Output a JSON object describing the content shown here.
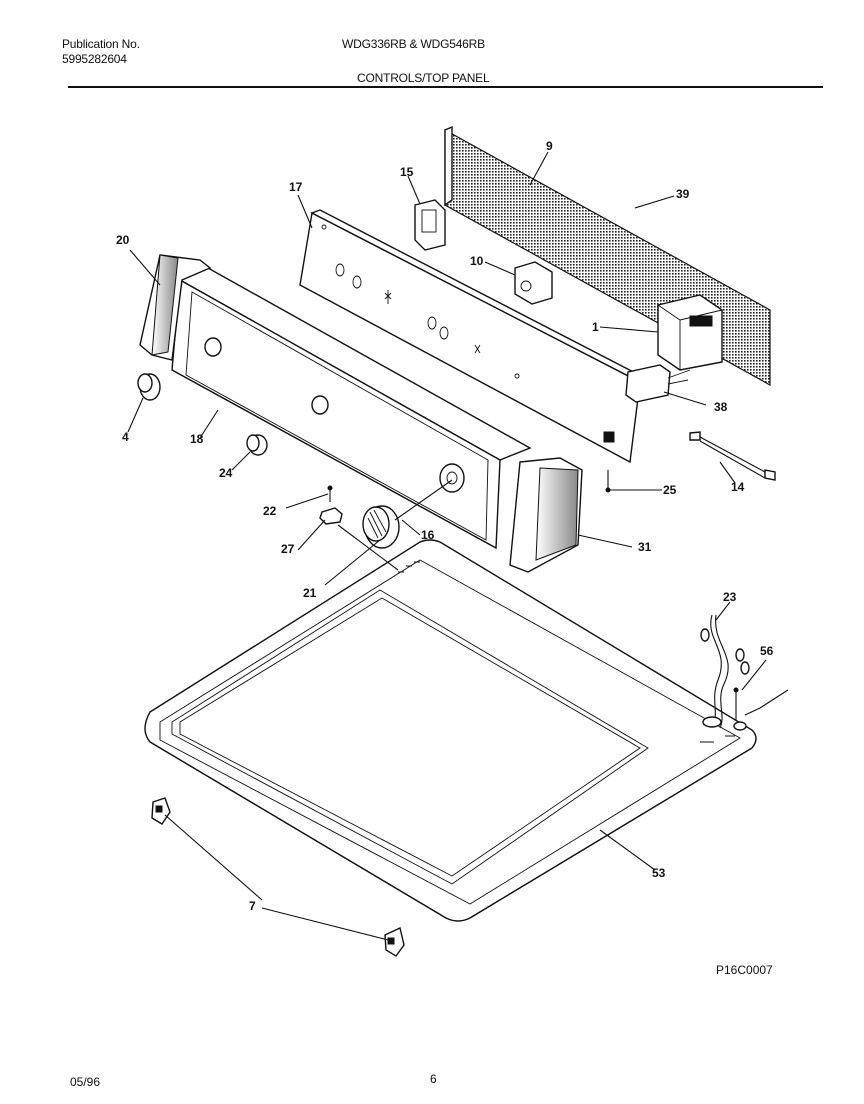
{
  "header": {
    "publication_label": "Publication No.",
    "publication_number": "5995282604",
    "models": "WDG336RB & WDG546RB",
    "section_title": "CONTROLS/TOP PANEL"
  },
  "diagram": {
    "callouts": [
      {
        "id": "9",
        "label": "9"
      },
      {
        "id": "39",
        "label": "39"
      },
      {
        "id": "15",
        "label": "15"
      },
      {
        "id": "17",
        "label": "17"
      },
      {
        "id": "20",
        "label": "20"
      },
      {
        "id": "10",
        "label": "10"
      },
      {
        "id": "1",
        "label": "1"
      },
      {
        "id": "38",
        "label": "38"
      },
      {
        "id": "4",
        "label": "4"
      },
      {
        "id": "18",
        "label": "18"
      },
      {
        "id": "24",
        "label": "24"
      },
      {
        "id": "25",
        "label": "25"
      },
      {
        "id": "14",
        "label": "14"
      },
      {
        "id": "22",
        "label": "22"
      },
      {
        "id": "16",
        "label": "16"
      },
      {
        "id": "31",
        "label": "31"
      },
      {
        "id": "27",
        "label": "27"
      },
      {
        "id": "21",
        "label": "21"
      },
      {
        "id": "23",
        "label": "23"
      },
      {
        "id": "56",
        "label": "56"
      },
      {
        "id": "53",
        "label": "53"
      },
      {
        "id": "7",
        "label": "7"
      }
    ],
    "figure_code": "P16C0007"
  },
  "footer": {
    "date": "05/96",
    "page": "6"
  }
}
